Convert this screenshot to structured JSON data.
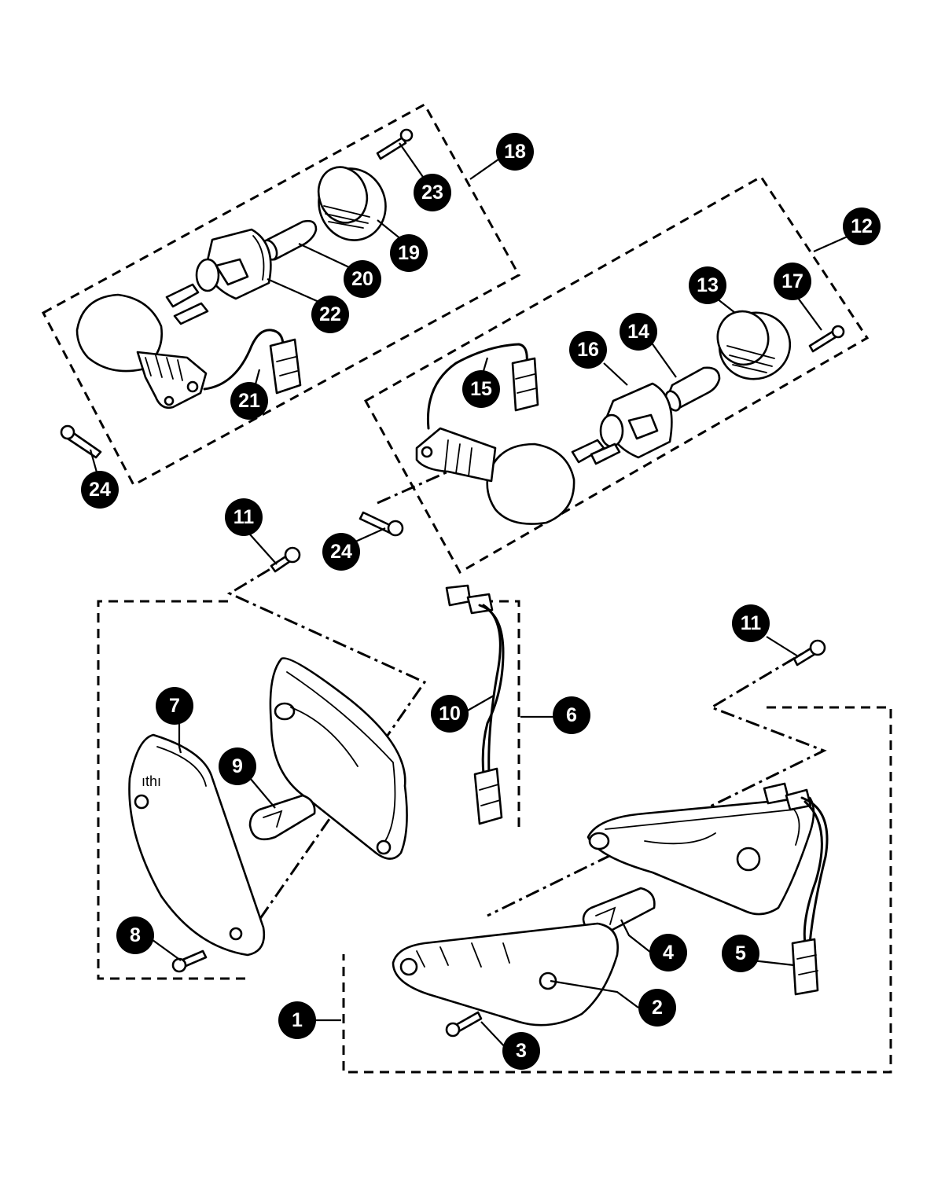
{
  "callouts": [
    {
      "id": "c1",
      "label": "1"
    },
    {
      "id": "c2",
      "label": "2"
    },
    {
      "id": "c3",
      "label": "3"
    },
    {
      "id": "c4",
      "label": "4"
    },
    {
      "id": "c5",
      "label": "5"
    },
    {
      "id": "c6",
      "label": "6"
    },
    {
      "id": "c7",
      "label": "7"
    },
    {
      "id": "c8",
      "label": "8"
    },
    {
      "id": "c9",
      "label": "9"
    },
    {
      "id": "c10",
      "label": "10"
    },
    {
      "id": "c11a",
      "label": "11"
    },
    {
      "id": "c11b",
      "label": "11"
    },
    {
      "id": "c12",
      "label": "12"
    },
    {
      "id": "c13",
      "label": "13"
    },
    {
      "id": "c14",
      "label": "14"
    },
    {
      "id": "c15",
      "label": "15"
    },
    {
      "id": "c16",
      "label": "16"
    },
    {
      "id": "c17",
      "label": "17"
    },
    {
      "id": "c18",
      "label": "18"
    },
    {
      "id": "c19",
      "label": "19"
    },
    {
      "id": "c20",
      "label": "20"
    },
    {
      "id": "c21",
      "label": "21"
    },
    {
      "id": "c22",
      "label": "22"
    },
    {
      "id": "c23",
      "label": "23"
    },
    {
      "id": "c24a",
      "label": "24"
    },
    {
      "id": "c24b",
      "label": "24"
    }
  ]
}
